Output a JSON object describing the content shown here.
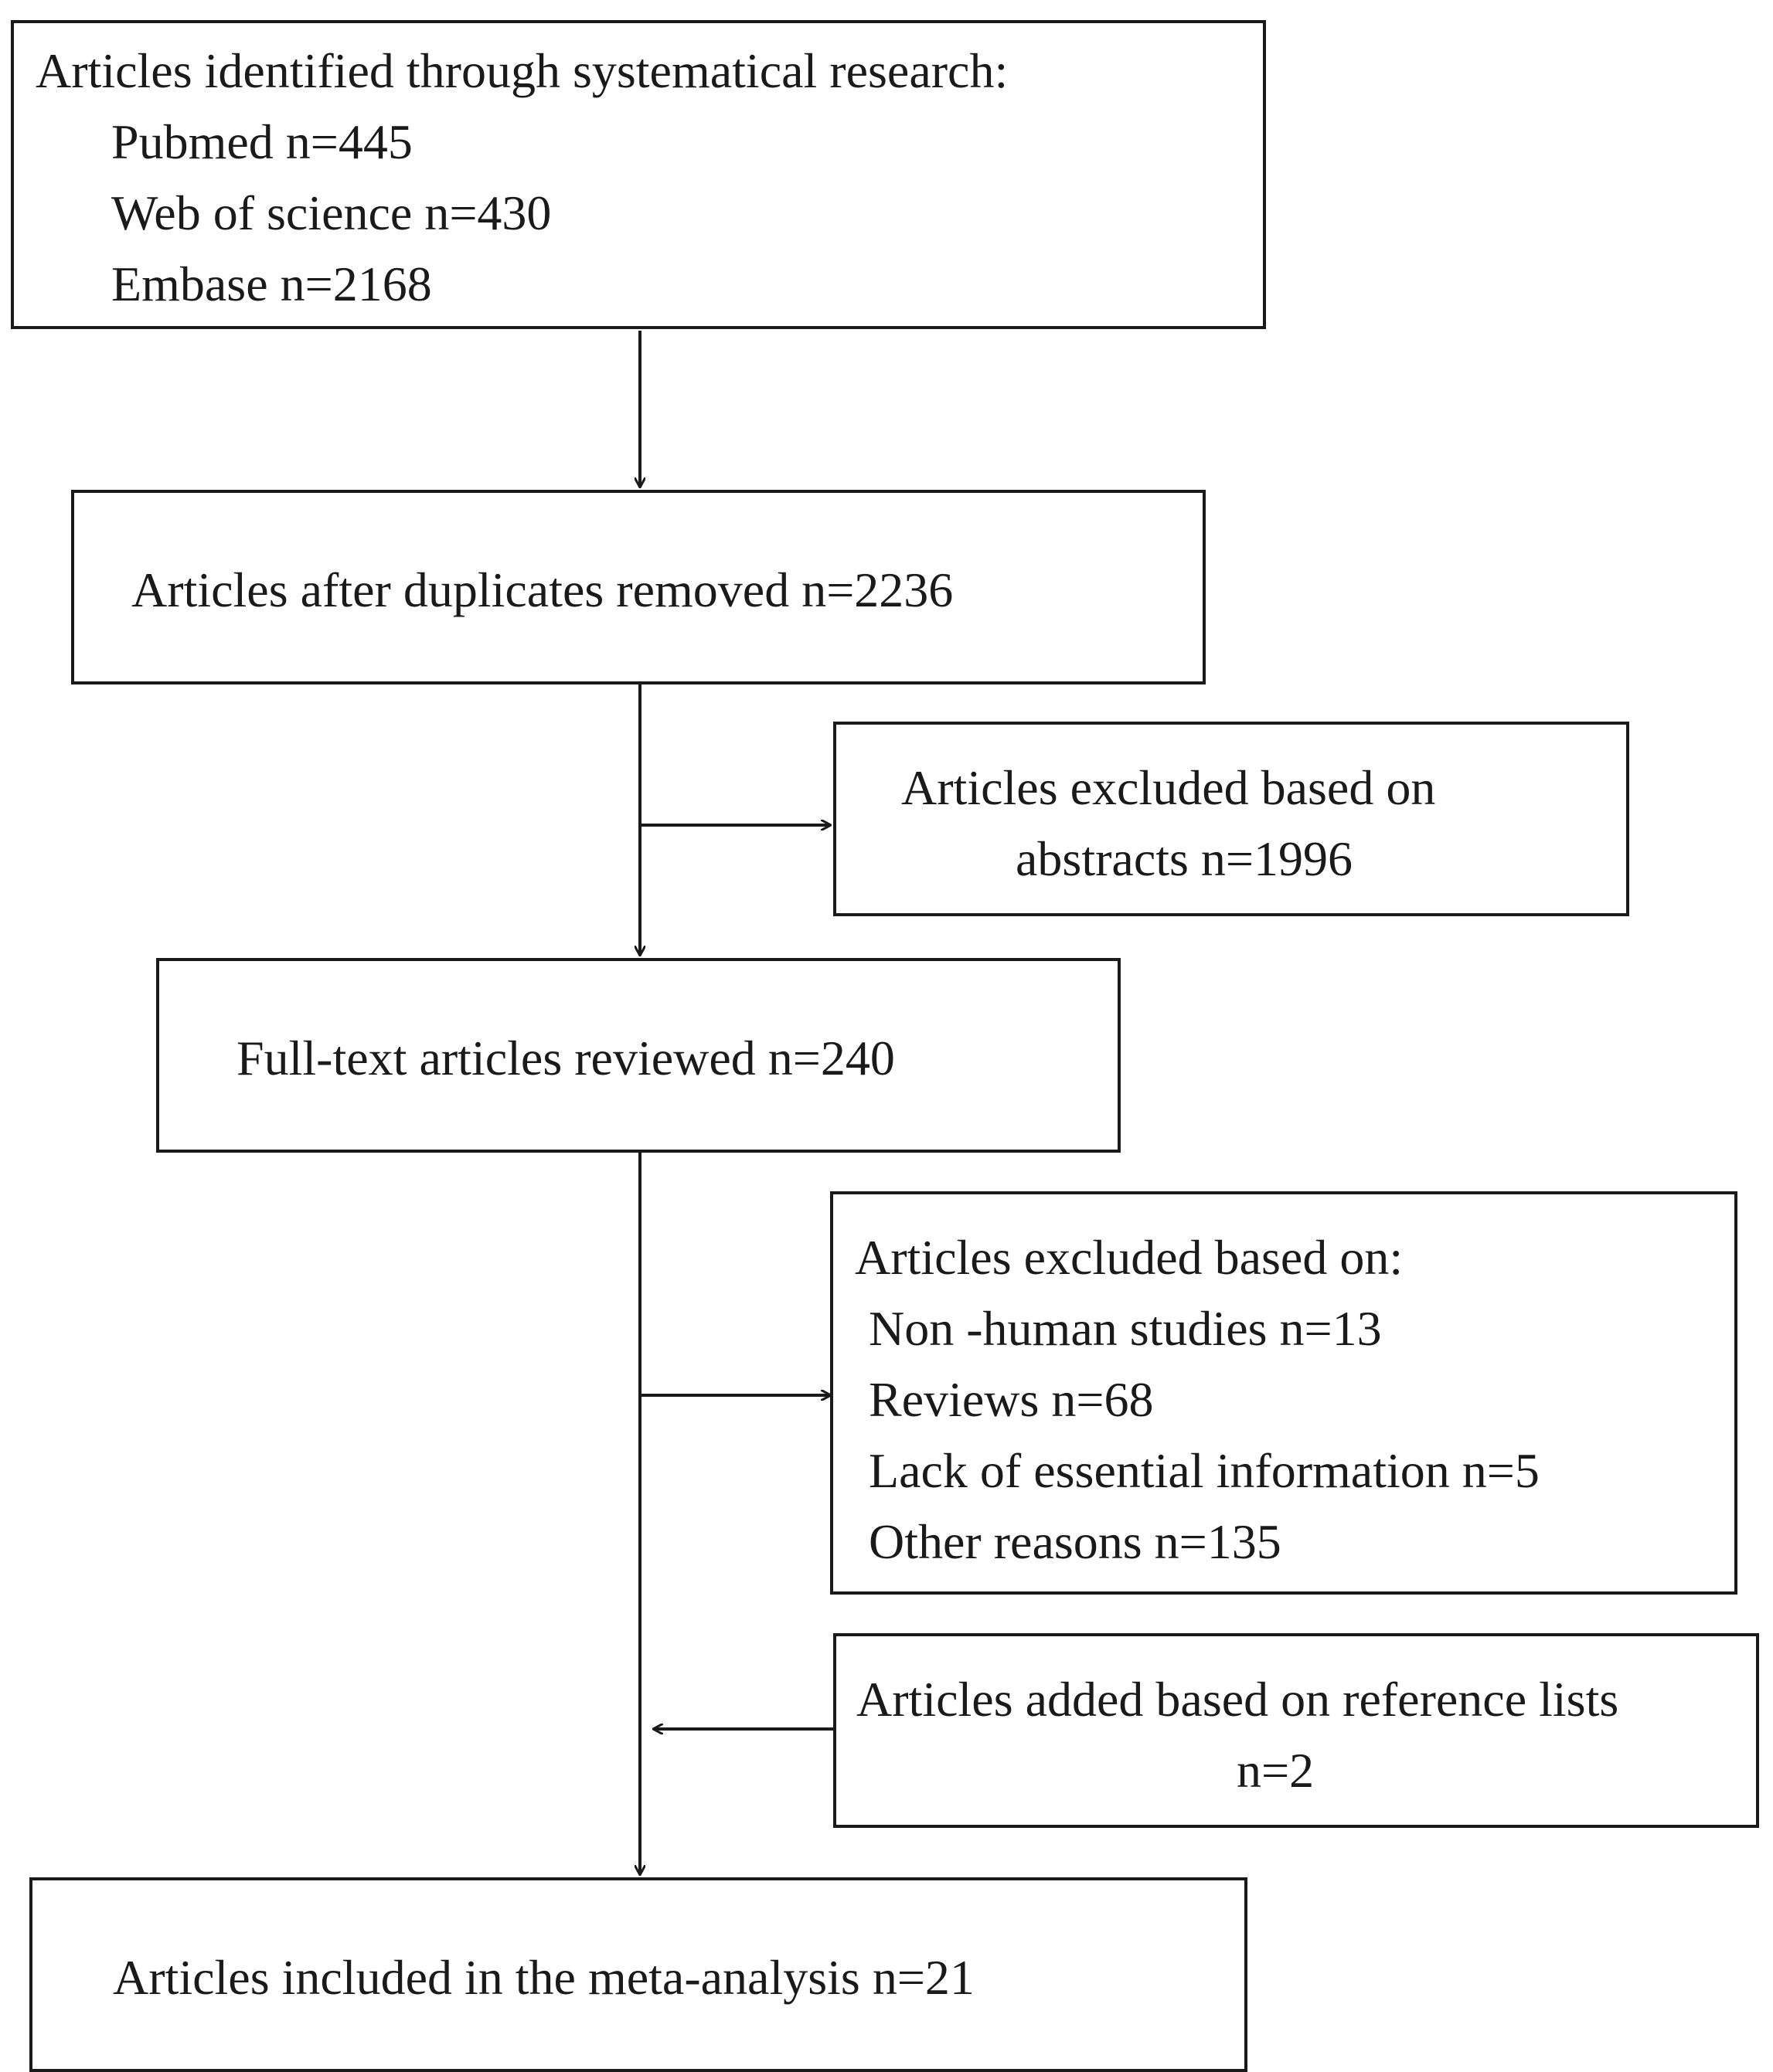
{
  "boxes": {
    "identified": {
      "title": "Articles identified through systematical research:",
      "items": [
        "Pubmed  n=445",
        "Web of science n=430",
        "Embase n=2168"
      ]
    },
    "duplicates_removed": {
      "text": "Articles  after  duplicates removed n=2236"
    },
    "excluded_abstracts": {
      "lines": [
        "Articles excluded based on",
        "abstracts n=1996"
      ]
    },
    "full_text_reviewed": {
      "text": "Full-text articles reviewed n=240"
    },
    "excluded_full_text": {
      "title": "Articles excluded based on:",
      "items": [
        "Non -human studies n=13",
        "Reviews n=68",
        "Lack of essential information n=5",
        "Other reasons n=135"
      ]
    },
    "added_reference_lists": {
      "lines": [
        "Articles added based on reference lists",
        "n=2"
      ]
    },
    "included": {
      "text": "Articles included in the meta-analysis n=21"
    }
  }
}
